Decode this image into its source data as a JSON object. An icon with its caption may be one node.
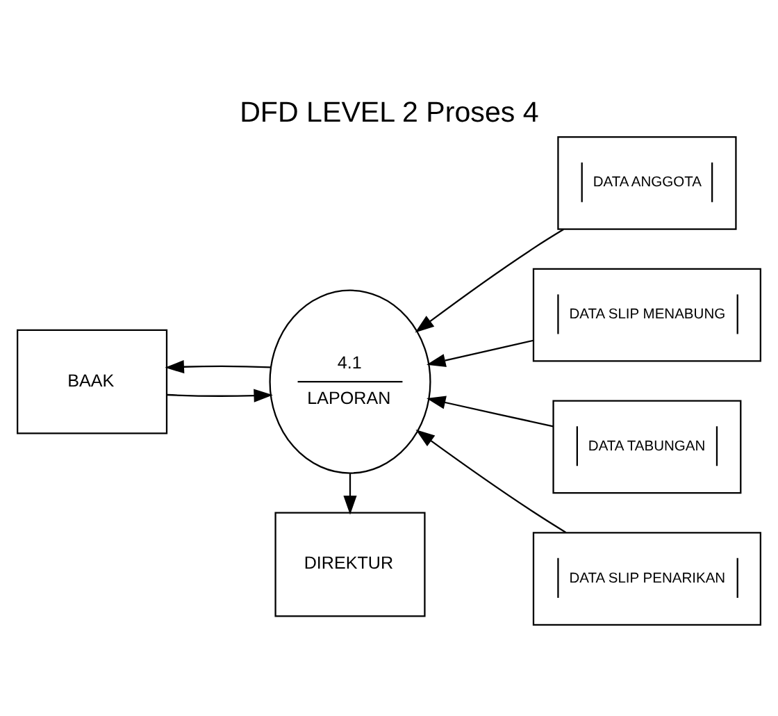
{
  "diagram": {
    "title": "DFD LEVEL 2 Proses 4",
    "nodes": [
      {
        "text": [
          "BAAK"
        ]
      },
      {
        "text": [
          "4.1",
          "LAPORAN"
        ]
      },
      {
        "text": [
          "DIREKTUR"
        ]
      },
      {
        "text": [
          "DATA ANGGOTA"
        ]
      },
      {
        "text": [
          "DATA SLIP MENABUNG"
        ]
      },
      {
        "text": [
          "DATA TABUNGAN"
        ]
      },
      {
        "text": [
          "DATA SLIP PENARIKAN"
        ]
      }
    ],
    "edges": [
      {
        "from": 0,
        "to": 1,
        "arrow": "to"
      },
      {
        "from": 1,
        "to": 0,
        "arrow": "to"
      },
      {
        "from": 1,
        "to": 2,
        "arrow": "to"
      },
      {
        "from": 3,
        "to": 1,
        "arrow": "to"
      },
      {
        "from": 4,
        "to": 1,
        "arrow": "to"
      },
      {
        "from": 5,
        "to": 1,
        "arrow": "to"
      },
      {
        "from": 6,
        "to": 1,
        "arrow": "to"
      }
    ]
  }
}
